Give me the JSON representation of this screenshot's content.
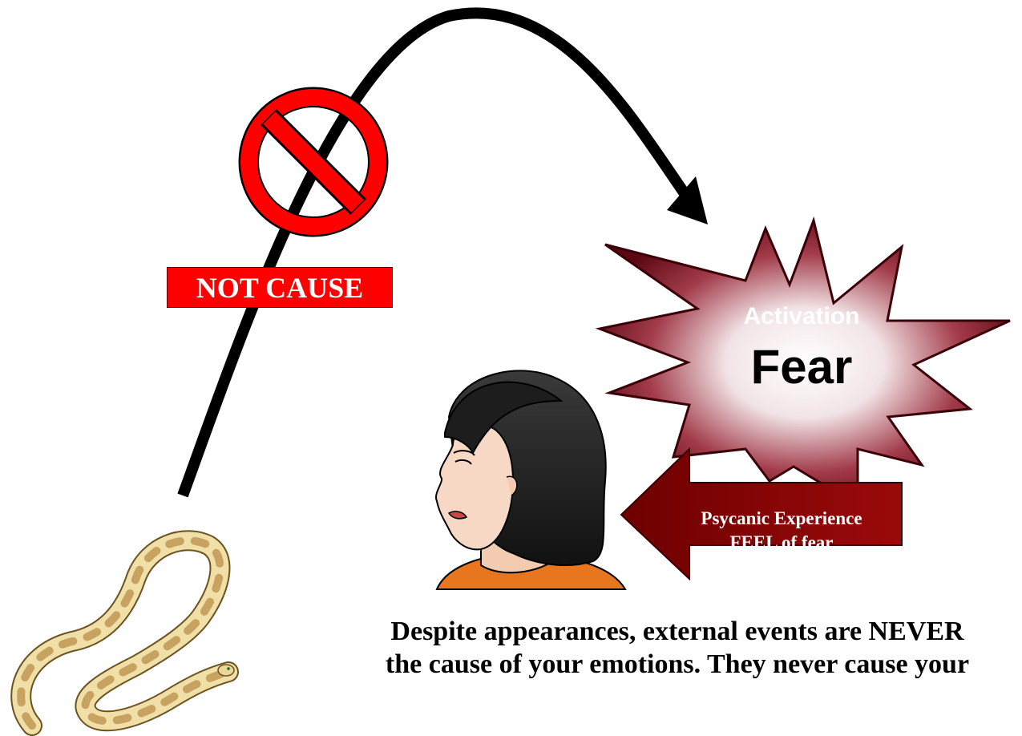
{
  "no_cause_badge": {
    "label": "NOT CAUSE"
  },
  "starburst": {
    "activation_label": "Activation",
    "emotion_label": "Fear"
  },
  "experience_arrow": {
    "line1": "Psycanic Experience",
    "line2": "FEEL of fear"
  },
  "caption": {
    "line1": "Despite appearances, external events are NEVER",
    "line2": "the cause of your emotions.  They never cause your"
  },
  "colors": {
    "prohibition_red": "#ff0000",
    "arrow_dark_red": "#8a0000",
    "starburst_center": "#ffffff",
    "starburst_edge": "#6b0a16",
    "curve_black": "#000000",
    "hair": "#1a1a1a",
    "shirt": "#e8761e",
    "skin": "#f7d8c4",
    "snake_light": "#f3e6b8",
    "snake_dark": "#c9a766"
  },
  "icons": {
    "prohibition": "prohibition-sign-icon",
    "person": "worried-woman-illustration",
    "snake": "snake-illustration",
    "curve": "curved-arrow"
  }
}
